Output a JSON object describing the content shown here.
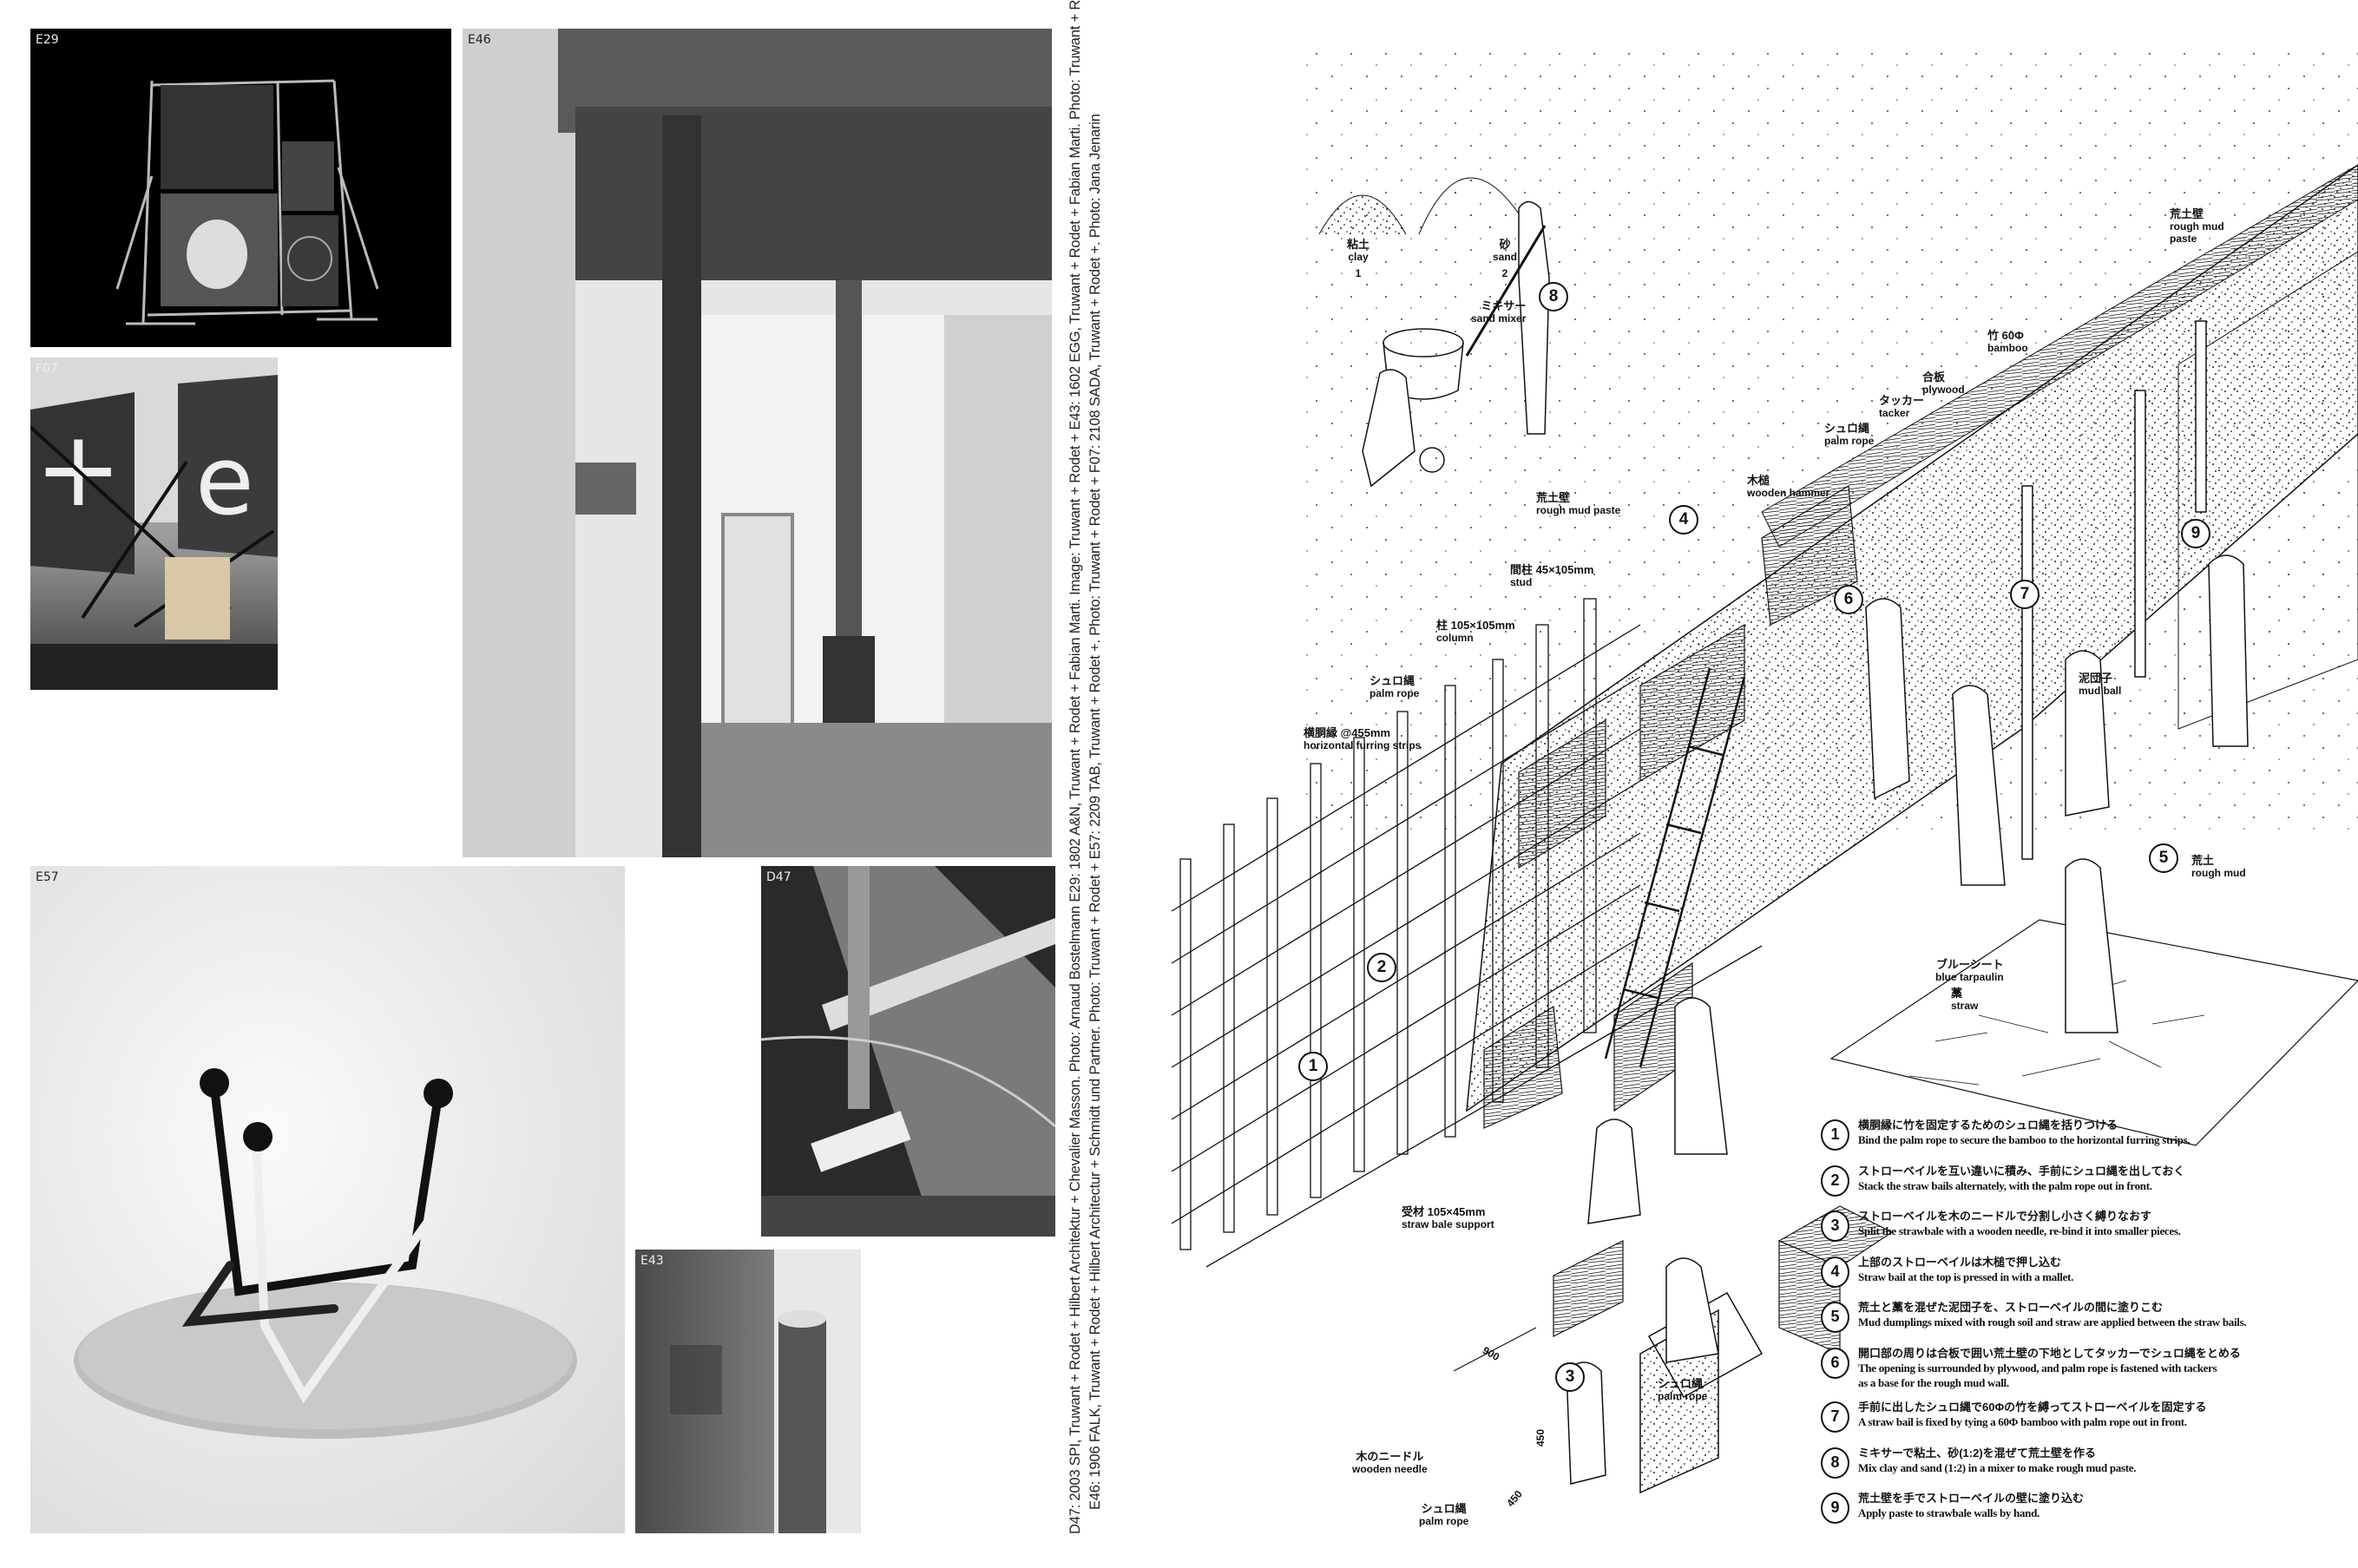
{
  "photos": [
    {
      "id": "E29"
    },
    {
      "id": "F07"
    },
    {
      "id": "E46"
    },
    {
      "id": "E57"
    },
    {
      "id": "D47"
    },
    {
      "id": "E43"
    }
  ],
  "caption": {
    "line1": "D47: 2003 SPI, Truwant + Rodet + Hilbert Architektur + Chevalier Masson. Photo: Arnaud Bostelmann   E29: 1802 A&N, Truwant + Rodet + Fabian Marti. Image: Truwant + Rodet +   E43: 1602 EGG, Truwant + Rodet + Fabian Marti. Photo: Truwant + Rodet",
    "line2": "E46: 1906 FALK, Truwant + Rodet + Hilbert Architectur + Schmidt und Partner. Photo: Truwant + Rodet +   E57: 2209 TAB, Truwant + Rodet +. Photo: Truwant + Rodet +   F07: 2108 SADA, Truwant + Rodet +. Photo: Jana Jenarin"
  },
  "diagram": {
    "labels": {
      "clay": {
        "jp": "粘土",
        "en": "clay",
        "n": "1"
      },
      "sand": {
        "jp": "砂",
        "en": "sand",
        "n": "2"
      },
      "mixer": {
        "jp": "ミキサー",
        "en": "sand mixer"
      },
      "mud_paste_mixer": {
        "jp": "荒土壁",
        "en": "rough mud paste"
      },
      "hammer": {
        "jp": "木槌",
        "en": "wooden hammer"
      },
      "stud": {
        "jp": "間柱 45×105mm",
        "en": "stud"
      },
      "column": {
        "jp": "柱 105×105mm",
        "en": "column"
      },
      "palm_rope_fence": {
        "jp": "シュロ縄",
        "en": "palm rope"
      },
      "furring": {
        "jp": "横胴縁 @455mm",
        "en": "horizontal furring strips"
      },
      "palm_rope_top": {
        "jp": "シュロ縄",
        "en": "palm rope"
      },
      "tacker": {
        "jp": "タッカー",
        "en": "tacker"
      },
      "plywood": {
        "jp": "合板",
        "en": "plywood"
      },
      "bamboo": {
        "jp": "竹 60Φ",
        "en": "bamboo"
      },
      "mud_paste_wall": {
        "jp": "荒土壁",
        "en": "rough mud paste"
      },
      "mud_ball": {
        "jp": "泥団子",
        "en": "mud ball"
      },
      "rough_mud": {
        "jp": "荒土",
        "en": "rough mud"
      },
      "tarp": {
        "jp": "ブルーシート",
        "en": "blue tarpaulin"
      },
      "straw": {
        "jp": "藁",
        "en": "straw"
      },
      "support": {
        "jp": "受材 105×45mm",
        "en": "straw bale support"
      },
      "palm_rope_bale": {
        "jp": "シュロ縄",
        "en": "palm rope"
      },
      "needle": {
        "jp": "木のニードル",
        "en": "wooden needle"
      },
      "palm_rope_needle": {
        "jp": "シュロ縄",
        "en": "palm rope"
      },
      "dim_900": "900",
      "dim_450a": "450",
      "dim_450b": "450"
    },
    "markers": [
      "1",
      "2",
      "3",
      "4",
      "5",
      "6",
      "7",
      "8",
      "9"
    ]
  },
  "legend": [
    {
      "n": "1",
      "jp": "横胴縁に竹を固定するためのシュロ縄を括りつける",
      "en": "Bind the palm rope to secure the bamboo to the horizontal furring strips."
    },
    {
      "n": "2",
      "jp": "ストローベイルを互い違いに積み、手前にシュロ縄を出しておく",
      "en": "Stack the straw bails alternately, with the palm rope out in front."
    },
    {
      "n": "3",
      "jp": "ストローベイルを木のニードルで分割し小さく縛りなおす",
      "en": "Split the strawbale with a wooden needle, re-bind it into smaller pieces."
    },
    {
      "n": "4",
      "jp": "上部のストローベイルは木槌で押し込む",
      "en": "Straw bail at the top is pressed in with a mallet."
    },
    {
      "n": "5",
      "jp": "荒土と藁を混ぜた泥団子を、ストローベイルの間に塗りこむ",
      "en": "Mud dumplings mixed with rough soil and straw are applied between the straw bails."
    },
    {
      "n": "6",
      "jp": "開口部の周りは合板で囲い荒土壁の下地としてタッカーでシュロ縄をとめる",
      "en": "The opening is surrounded by plywood, and palm rope is fastened with tackers as a base for the rough mud wall."
    },
    {
      "n": "7",
      "jp": "手前に出したシュロ縄で60Φの竹を縛ってストローベイルを固定する",
      "en": "A straw bail is fixed by tying a 60Φ bamboo with palm rope out in front."
    },
    {
      "n": "8",
      "jp": "ミキサーで粘土、砂(1:2)を混ぜて荒土壁を作る",
      "en": "Mix clay and sand (1:2) in a mixer to make rough mud paste."
    },
    {
      "n": "9",
      "jp": "荒土壁を手でストローベイルの壁に塗り込む",
      "en": "Apply paste to strawbale walls by hand."
    }
  ]
}
